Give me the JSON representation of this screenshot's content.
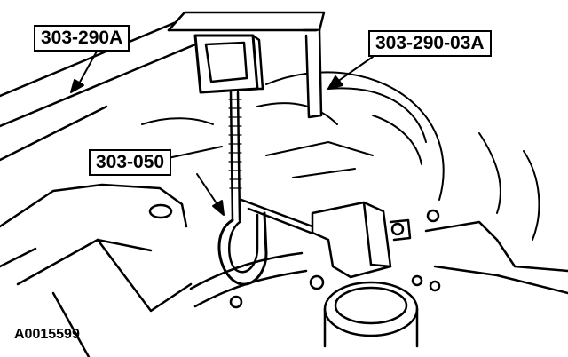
{
  "callouts": {
    "tool_main": "303-290A",
    "tool_adapter": "303-290-03A",
    "tool_hook": "303-050"
  },
  "figure_id": "A0015599",
  "colors": {
    "ink": "#000000",
    "paper": "#ffffff"
  }
}
